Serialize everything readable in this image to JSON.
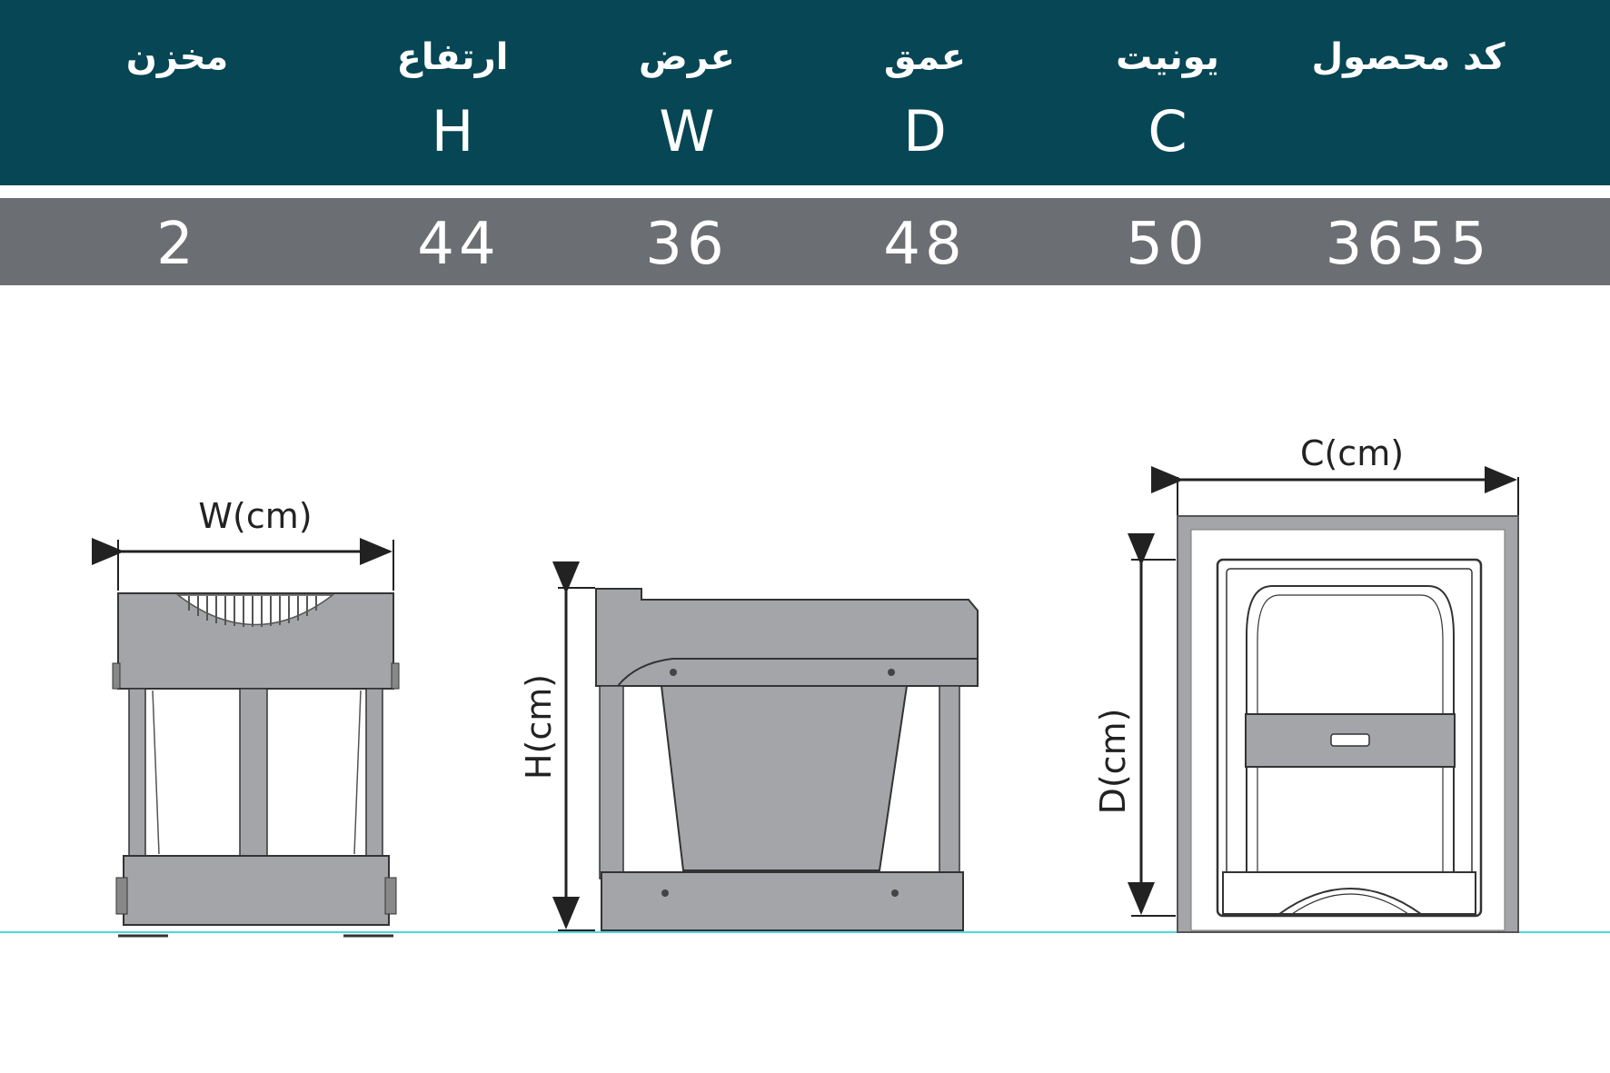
{
  "columns": [
    {
      "label": "کد محصول",
      "symbol": "",
      "value": "3655"
    },
    {
      "label": "یونیت",
      "symbol": "C",
      "value": "50"
    },
    {
      "label": "عمق",
      "symbol": "D",
      "value": "48"
    },
    {
      "label": "عرض",
      "symbol": "W",
      "value": "36"
    },
    {
      "label": "ارتفاع",
      "symbol": "H",
      "value": "44"
    },
    {
      "label": "مخزن",
      "symbol": "",
      "value": "2"
    }
  ],
  "drawings": {
    "front_view_label": "W(cm)",
    "side_view_label": "H(cm)",
    "top_view_width_label": "C(cm)",
    "top_view_depth_label": "D(cm)"
  },
  "colors": {
    "header_bg": "#074654",
    "values_bg": "#6b6e72",
    "product_gray": "#a3a5a8",
    "baseline": "#4fd6df"
  }
}
